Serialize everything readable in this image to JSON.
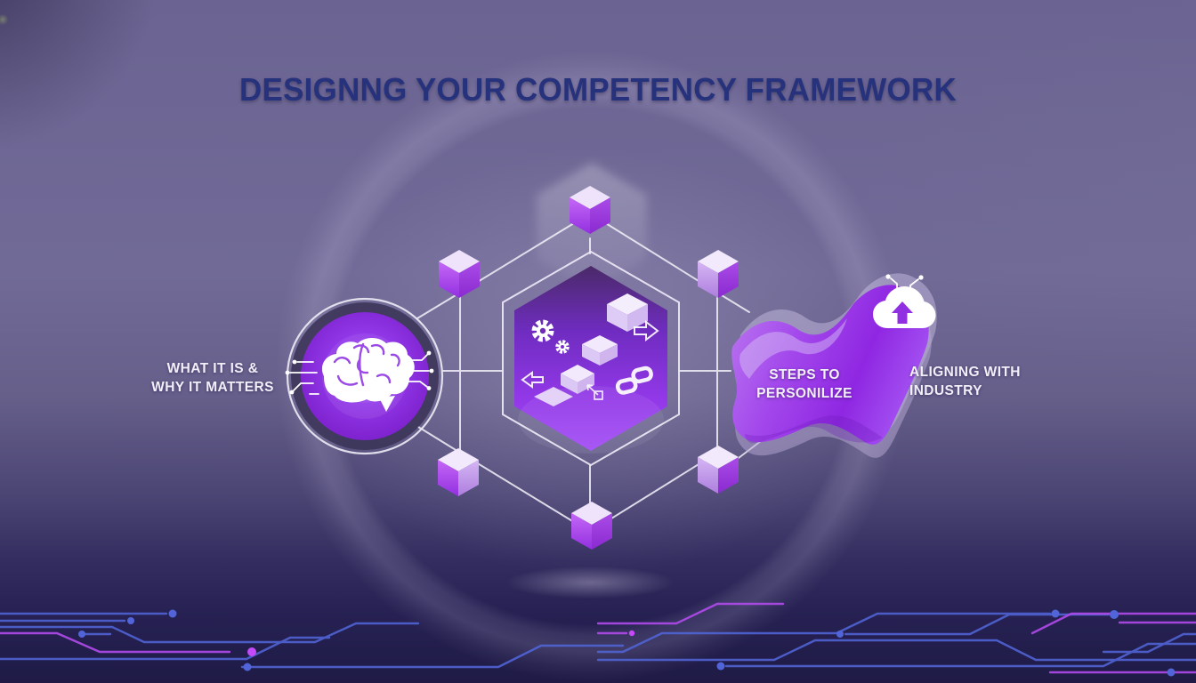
{
  "title": "DESIGNNG YOUR COMPETENCY FRAMEWORK",
  "nodes": {
    "what_it_is": {
      "line1": "WHAT IT IS &",
      "line2": "WHY IT MATTERS",
      "icon": "brain-circuit"
    },
    "framework_core": {
      "icon": "gears-and-step-cubes"
    },
    "steps": {
      "line1": "STEPS TO",
      "line2": "PERSONILIZE",
      "icon": "cloud-upload"
    },
    "aligning": {
      "line1": "ALIGNING WITH",
      "line2": "INDUSTRY"
    }
  },
  "colors": {
    "title_color": "#26327c",
    "label_color": "#f2eff8",
    "bg_mid": "#6c6594",
    "bg_bottom": "#1f1b46",
    "hex_purple": "#9333ea",
    "cube_purple": "#a94ae6",
    "circle_purple": "#8a2be2",
    "ribbon_purple": "#9128e4",
    "circuit_blue": "#5165d8",
    "circuit_magenta": "#b14aec",
    "line_white": "#ece9f4"
  }
}
